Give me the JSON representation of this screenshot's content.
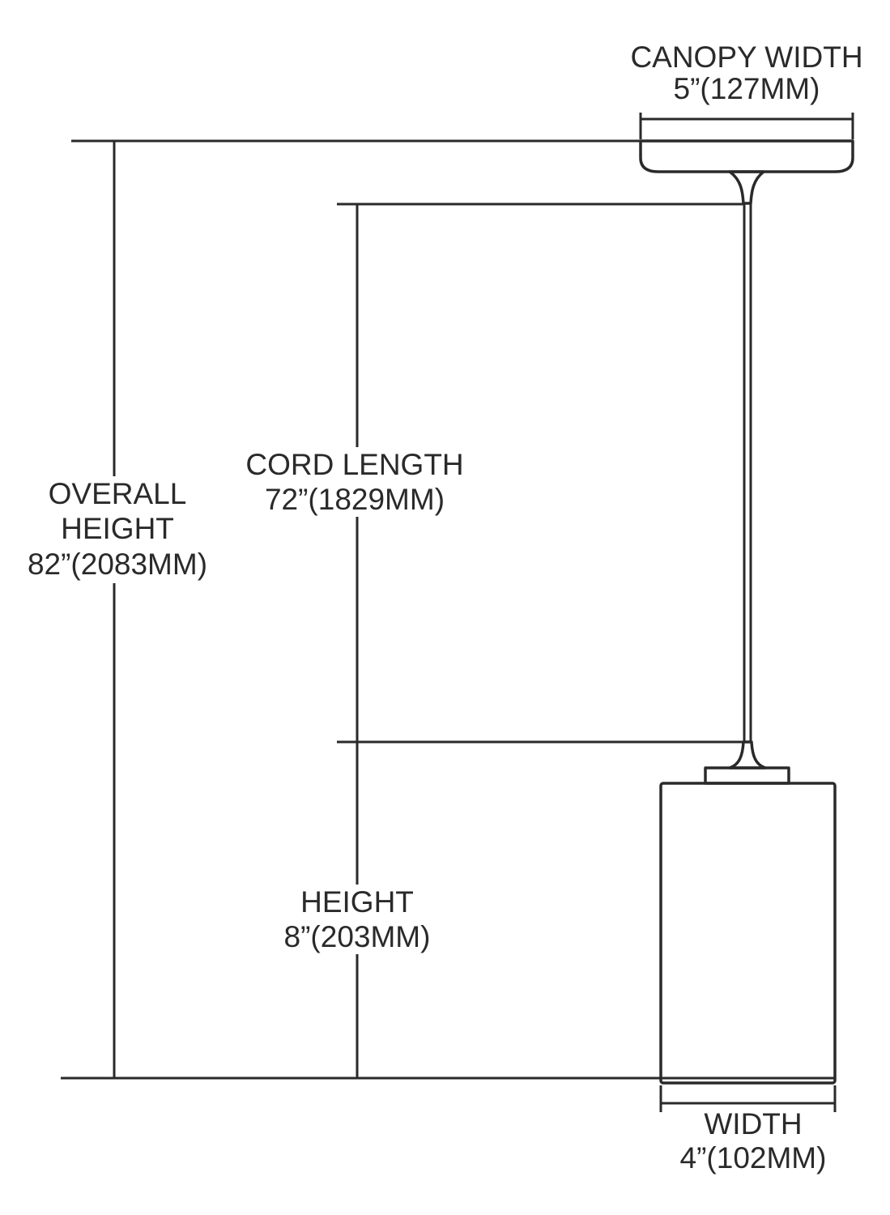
{
  "diagram": {
    "title": "Pendant fixture dimension drawing",
    "colors": {
      "line": "#2a2a2a",
      "background": "#ffffff"
    },
    "canopy_width": {
      "label": "CANOPY WIDTH",
      "value": "5”(127MM)"
    },
    "overall_height": {
      "label_line1": "OVERALL",
      "label_line2": "HEIGHT",
      "value": "82”(2083MM)"
    },
    "cord_length": {
      "label": "CORD LENGTH",
      "value": "72”(1829MM)"
    },
    "fixture_height": {
      "label": "HEIGHT",
      "value": "8”(203MM)"
    },
    "fixture_width": {
      "label": "WIDTH",
      "value": "4”(102MM)"
    }
  }
}
